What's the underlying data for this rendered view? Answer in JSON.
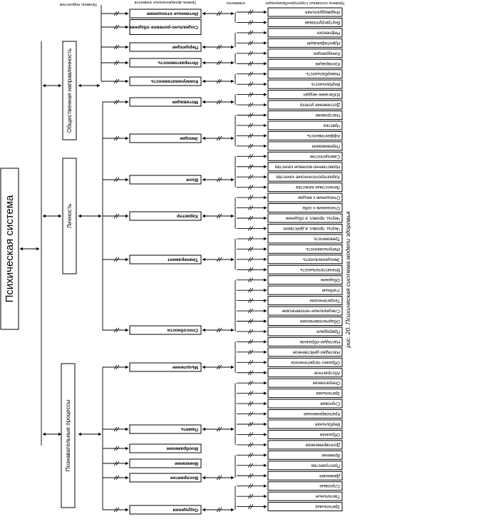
{
  "figure": {
    "caption": "рис. 20. Психическая система модели здоровья",
    "header_levels": [
      "Уровень подсистем",
      "Уровень функциональных элементов",
      "элементы",
      "Уровень основных структурообразующих"
    ]
  },
  "root": {
    "label": "Психическая система"
  },
  "subsystems": [
    {
      "label": "Общественная направленность"
    },
    {
      "label": "Личность"
    },
    {
      "label": "Познавательные процессы"
    }
  ],
  "functional_elements": [
    {
      "label": "Интимные отношения",
      "subsystem": 0,
      "components": [
        "Индивидуальная",
        "Внутригрупповая"
      ]
    },
    {
      "label": "Социально-ролевое общение",
      "subsystem": 0,
      "components": []
    },
    {
      "label": "Перцепция",
      "subsystem": 0,
      "components": [
        "Рефлексия",
        "Идентификация"
      ]
    },
    {
      "label": "Интерактивность",
      "subsystem": 0,
      "components": [
        "Конкуренция",
        "Кооперация"
      ]
    },
    {
      "label": "Коммуникативность",
      "subsystem": 0,
      "components": [
        "Невербальность",
        "Вербальность"
      ]
    },
    {
      "label": "Мотивация",
      "subsystem": 1,
      "components": [
        "Избегание неудач",
        "Достижение успеха"
      ]
    },
    {
      "label": "Эмоции",
      "subsystem": 1,
      "components": [
        "Настроение",
        "Чувства",
        "Аффективность",
        "Переживания"
      ]
    },
    {
      "label": "Воля",
      "subsystem": 1,
      "components": [
        "Самоцелостие",
        "Нравственно-волевые качества",
        "Характерологические качества",
        "Личностные качества"
      ]
    },
    {
      "label": "Характер",
      "subsystem": 1,
      "components": [
        "Отношение к вещам",
        "Отношение к себе",
        "Черты, проявл. в общении",
        "Черты, проявл. в действиях"
      ]
    },
    {
      "label": "Темперамент",
      "subsystem": 1,
      "components": [
        "Тревожность",
        "Импульсивность",
        "Эмоциональность",
        "Впечатлительность"
      ]
    },
    {
      "label": "Способности",
      "subsystem": 1,
      "components": [
        "Общение",
        "Учебные",
        "Теоретические",
        "Специальные-человеческие",
        "Общечеловеческие",
        "Природные"
      ]
    },
    {
      "label": "Мышление",
      "subsystem": 2,
      "components": [
        "Наглядно-образное",
        "Наглядно-действенное",
        "Образно-теоретическое",
        "Абстрактное"
      ]
    },
    {
      "label": "Память",
      "subsystem": 2,
      "components": [
        "Оперативная",
        "Зрительная",
        "Слуховая",
        "Кратковременная",
        "Вербальная",
        "Образная",
        "Долговременная"
      ]
    },
    {
      "label": "Воображение",
      "subsystem": 2,
      "components": []
    },
    {
      "label": "Внимание",
      "subsystem": 2,
      "components": []
    },
    {
      "label": "Восприятие",
      "subsystem": 2,
      "components": [
        "Времени",
        "Пространства",
        "Движения"
      ]
    },
    {
      "label": "Ощущения",
      "subsystem": 2,
      "components": [
        "Слуховые",
        "Тактильные",
        "Зрительные"
      ]
    }
  ]
}
